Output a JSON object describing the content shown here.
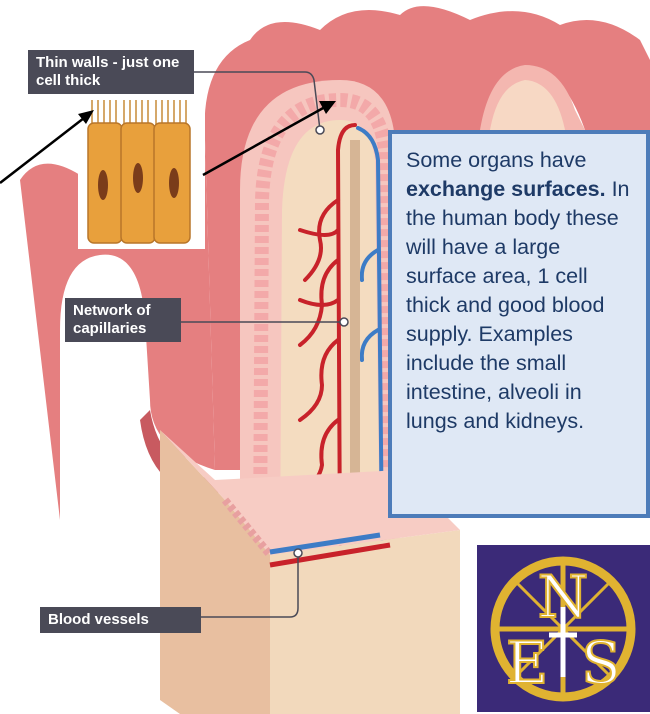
{
  "labels": {
    "thin_walls": "Thin walls - just one cell thick",
    "capillaries": "Network of capillaries",
    "blood_vessels": "Blood vessels"
  },
  "info_box": {
    "intro": "Some organs have ",
    "bold": "exchange surfaces.",
    "rest": " In the human body these will have a large surface area, 1 cell thick and good blood supply. Examples include the small intestine, alveoli in lungs and kidneys."
  },
  "logo": {
    "letters": [
      "N",
      "E",
      "S"
    ],
    "colors": {
      "background": "#3b2a78",
      "gold": "#e0b331",
      "cross": "#ffffff"
    }
  },
  "colors": {
    "tissue": "#e3787a",
    "tissue_dark": "#c85a60",
    "inner": "#f2d9bc",
    "artery": "#c8222a",
    "vein": "#3d7cc6",
    "label_bg": "#4a4a57",
    "cell": "#e8a03c"
  }
}
